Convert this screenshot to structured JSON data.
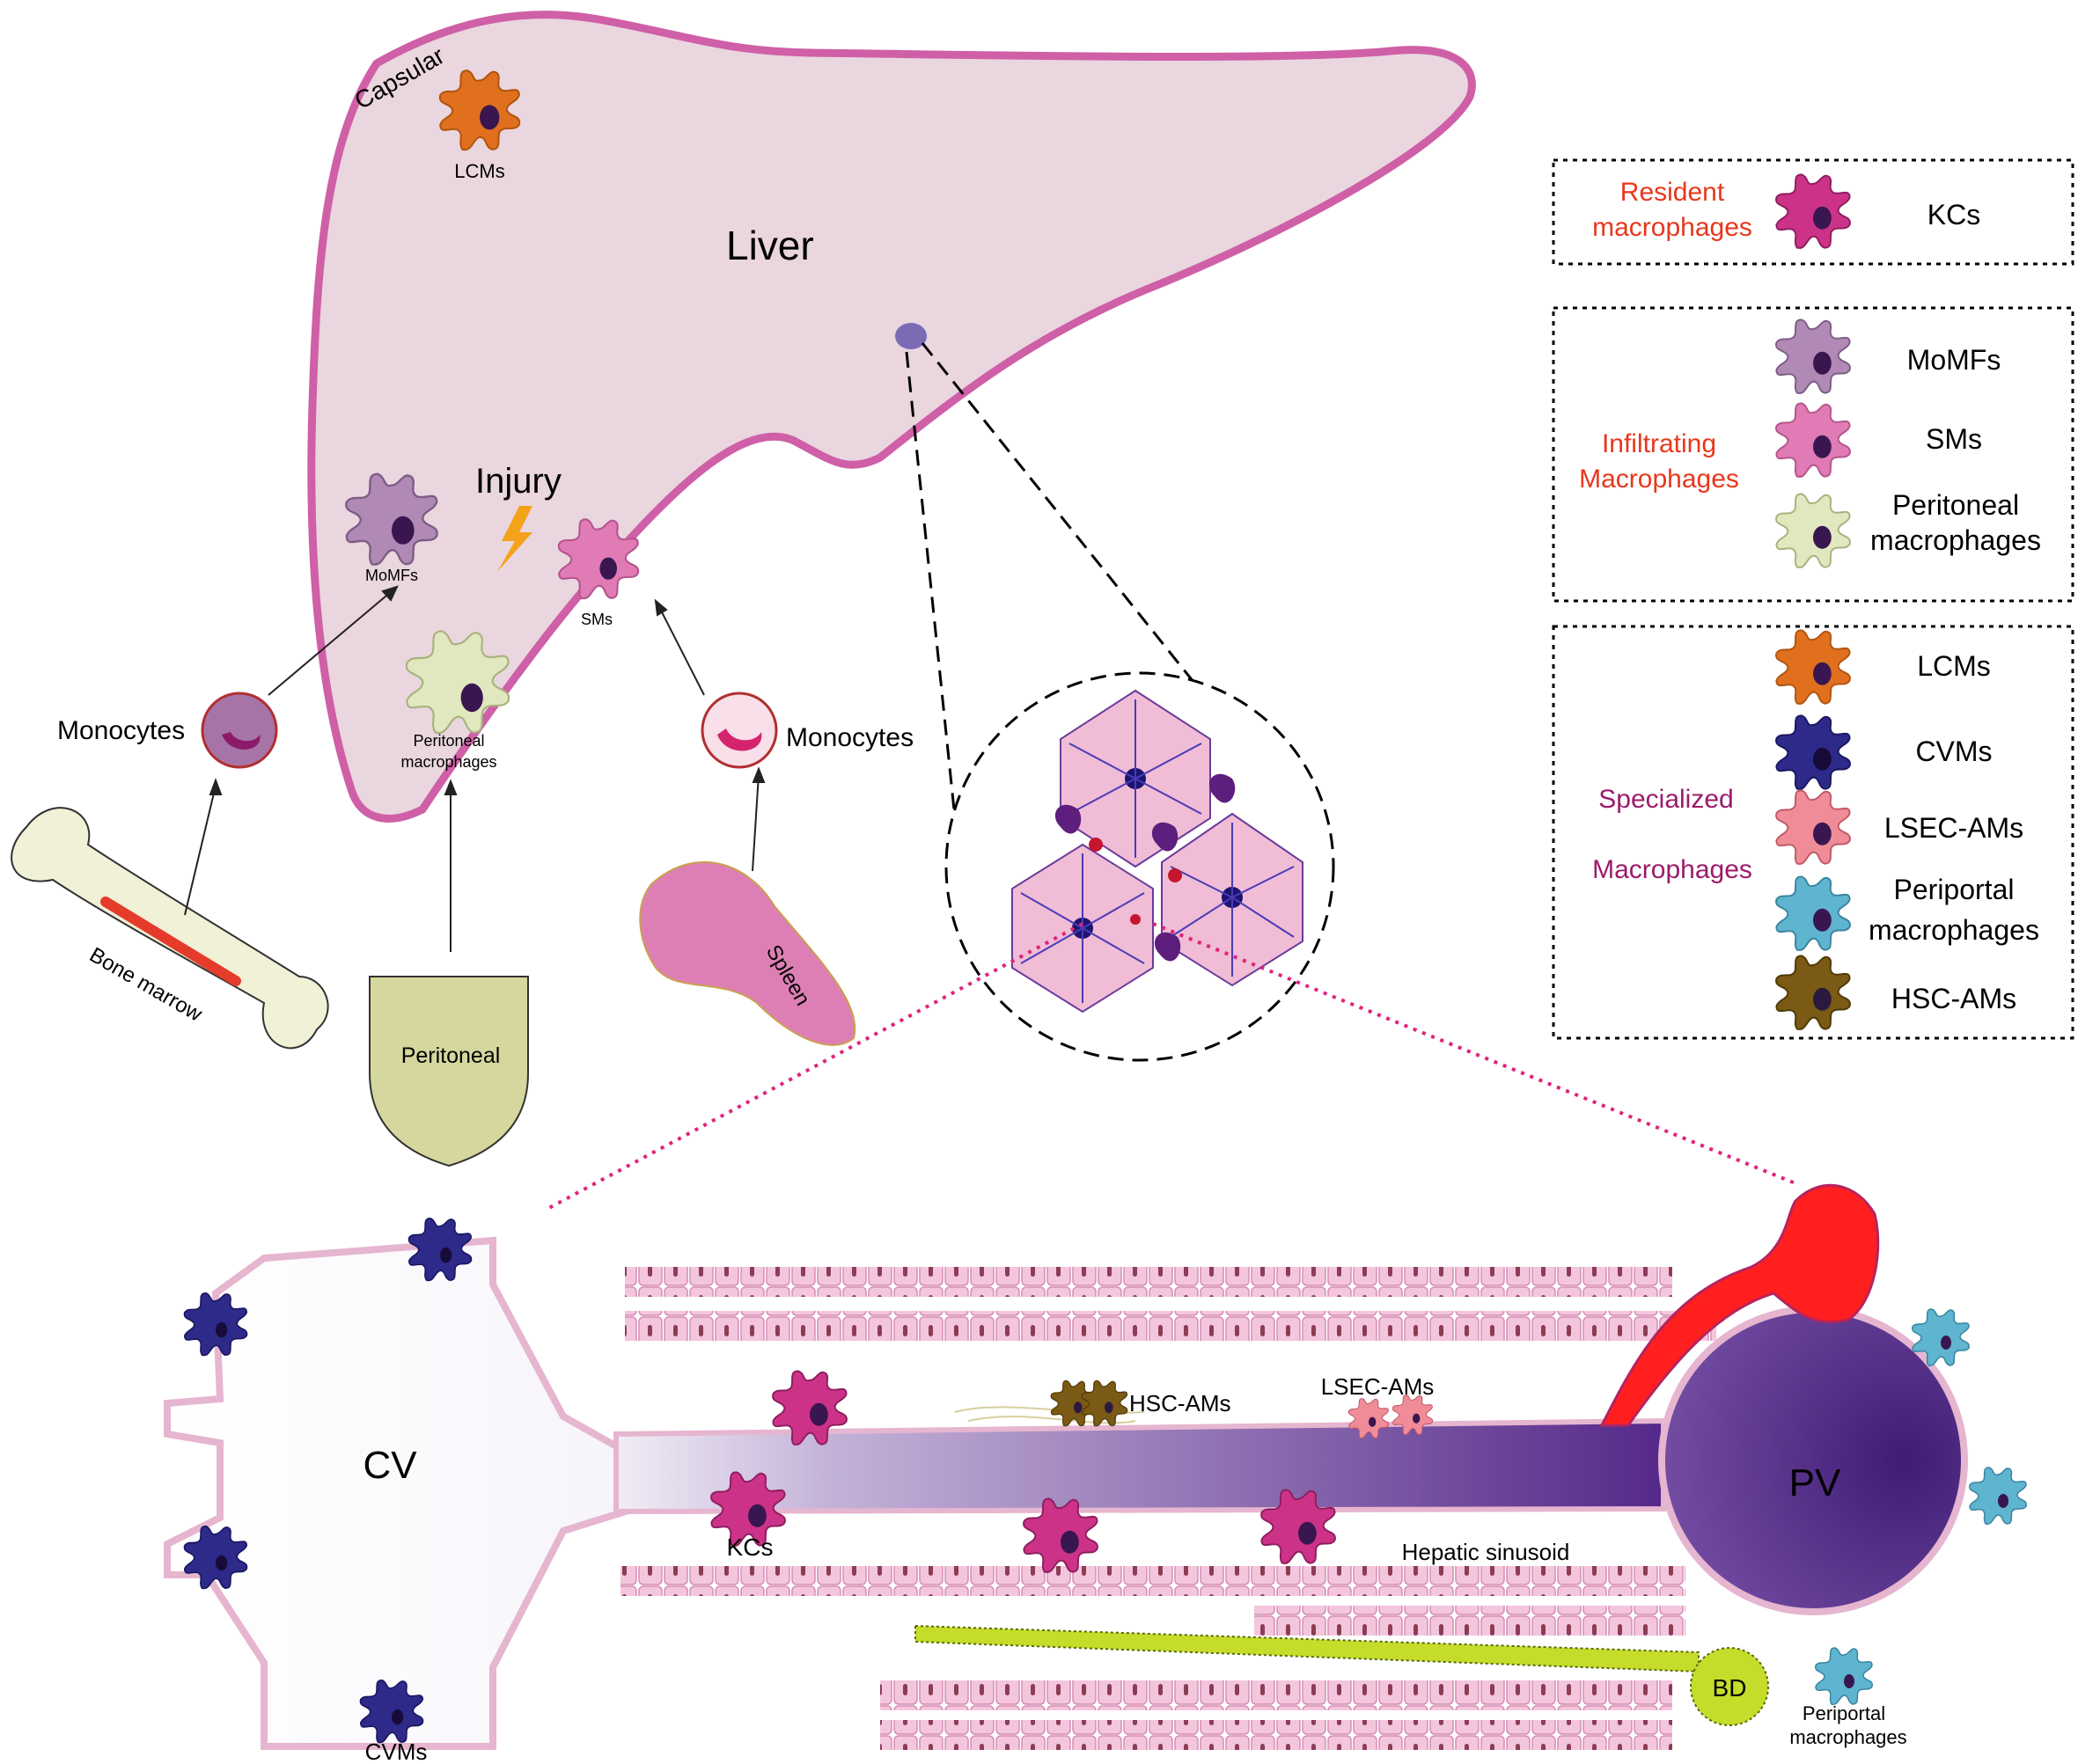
{
  "organ": {
    "liver_label": "Liver",
    "capsular_label": "Capsular",
    "injury_label": "Injury",
    "lcms_label": "LCMs",
    "momfs_label": "MoMFs",
    "sms_label": "SMs",
    "peritoneal_mac_label": [
      "Peritoneal",
      "macrophages"
    ]
  },
  "sources": {
    "monocytes_left": "Monocytes",
    "monocytes_right": "Monocytes",
    "bone_marrow": "Bone marrow",
    "peritoneal": "Peritoneal",
    "spleen": "Spleen"
  },
  "legend": {
    "resident": {
      "title": [
        "Resident",
        "macrophages"
      ],
      "items": [
        "KCs"
      ]
    },
    "infiltrating": {
      "title": [
        "Infiltrating",
        "Macrophages"
      ],
      "items": [
        "MoMFs",
        "SMs",
        "Peritoneal macrophages"
      ]
    },
    "specialized": {
      "title": [
        "Specialized",
        "Macrophages"
      ],
      "items": [
        "LCMs",
        "CVMs",
        "LSEC-AMs",
        "Periportal macrophages",
        "HSC-AMs"
      ]
    }
  },
  "lobule": {
    "cv": "CV",
    "pv": "PV",
    "bd": "BD",
    "hsc_ams": "HSC-AMs",
    "lsec_ams": "LSEC-AMs",
    "kcs": "KCs",
    "sinusoid": "Hepatic sinusoid",
    "cvms": "CVMs",
    "periportal": [
      "Periportal",
      "macrophages"
    ]
  },
  "colors": {
    "liver_fill": "#ead6df",
    "liver_stroke": "#cf5fa7",
    "kc": "#cc3388",
    "momf": "#b08ab5",
    "sm": "#e07bb5",
    "peritoneal_mac": "#e1e8bf",
    "lcm": "#e0701e",
    "cvm": "#2e2a8a",
    "lsec_am": "#f08c98",
    "periportal_mac": "#5fb4cf",
    "hsc_am": "#7a5a14",
    "legend_red": "#e8371c",
    "legend_purple": "#9c1b6a",
    "pv": "#5a2d86",
    "dotted_pink": "#e0237c"
  }
}
